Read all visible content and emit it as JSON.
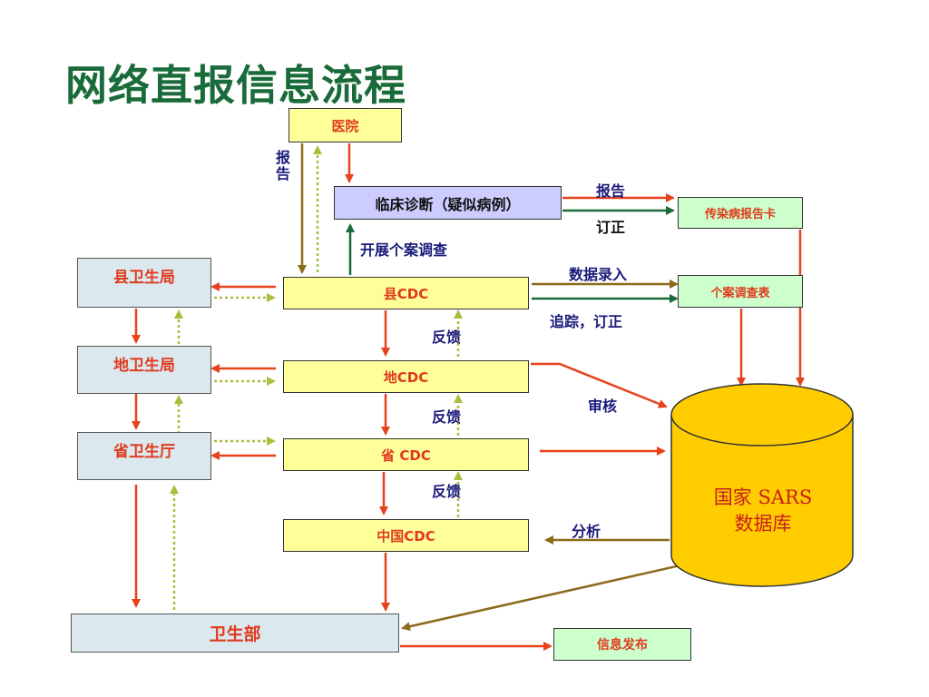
{
  "title": "网络直报信息流程",
  "nodes": {
    "hospital": "医院",
    "clinical": "临床诊断（疑似病例）",
    "report_card": "传染病报告卡",
    "case_table": "个案调查表",
    "county_bureau": "县卫生局",
    "prefecture_bureau": "地卫生局",
    "province_dept": "省卫生厅",
    "county_cdc": "县CDC",
    "prefecture_cdc": "地CDC",
    "province_cdc": "省 CDC",
    "china_cdc": "中国CDC",
    "ministry": "卫生部",
    "info_release": "信息发布",
    "database_line1": "国家 SARS",
    "database_line2": "数据库"
  },
  "labels": {
    "report_vertical": "报告",
    "report": "报告",
    "correct": "订正",
    "investigate": "开展个案调查",
    "data_entry": "数据录入",
    "track_correct": "追踪，订正",
    "feedback1": "反馈",
    "feedback2": "反馈",
    "feedback3": "反馈",
    "review": "审核",
    "analysis": "分析"
  },
  "colors": {
    "title": "#1a6b3a",
    "red_arrow": "#e8421c",
    "olive_arrow": "#8b6a1a",
    "green_arrow": "#1a6b3a",
    "dotted_arrow": "#a8bf3c",
    "database_fill": "#ffcc00"
  }
}
